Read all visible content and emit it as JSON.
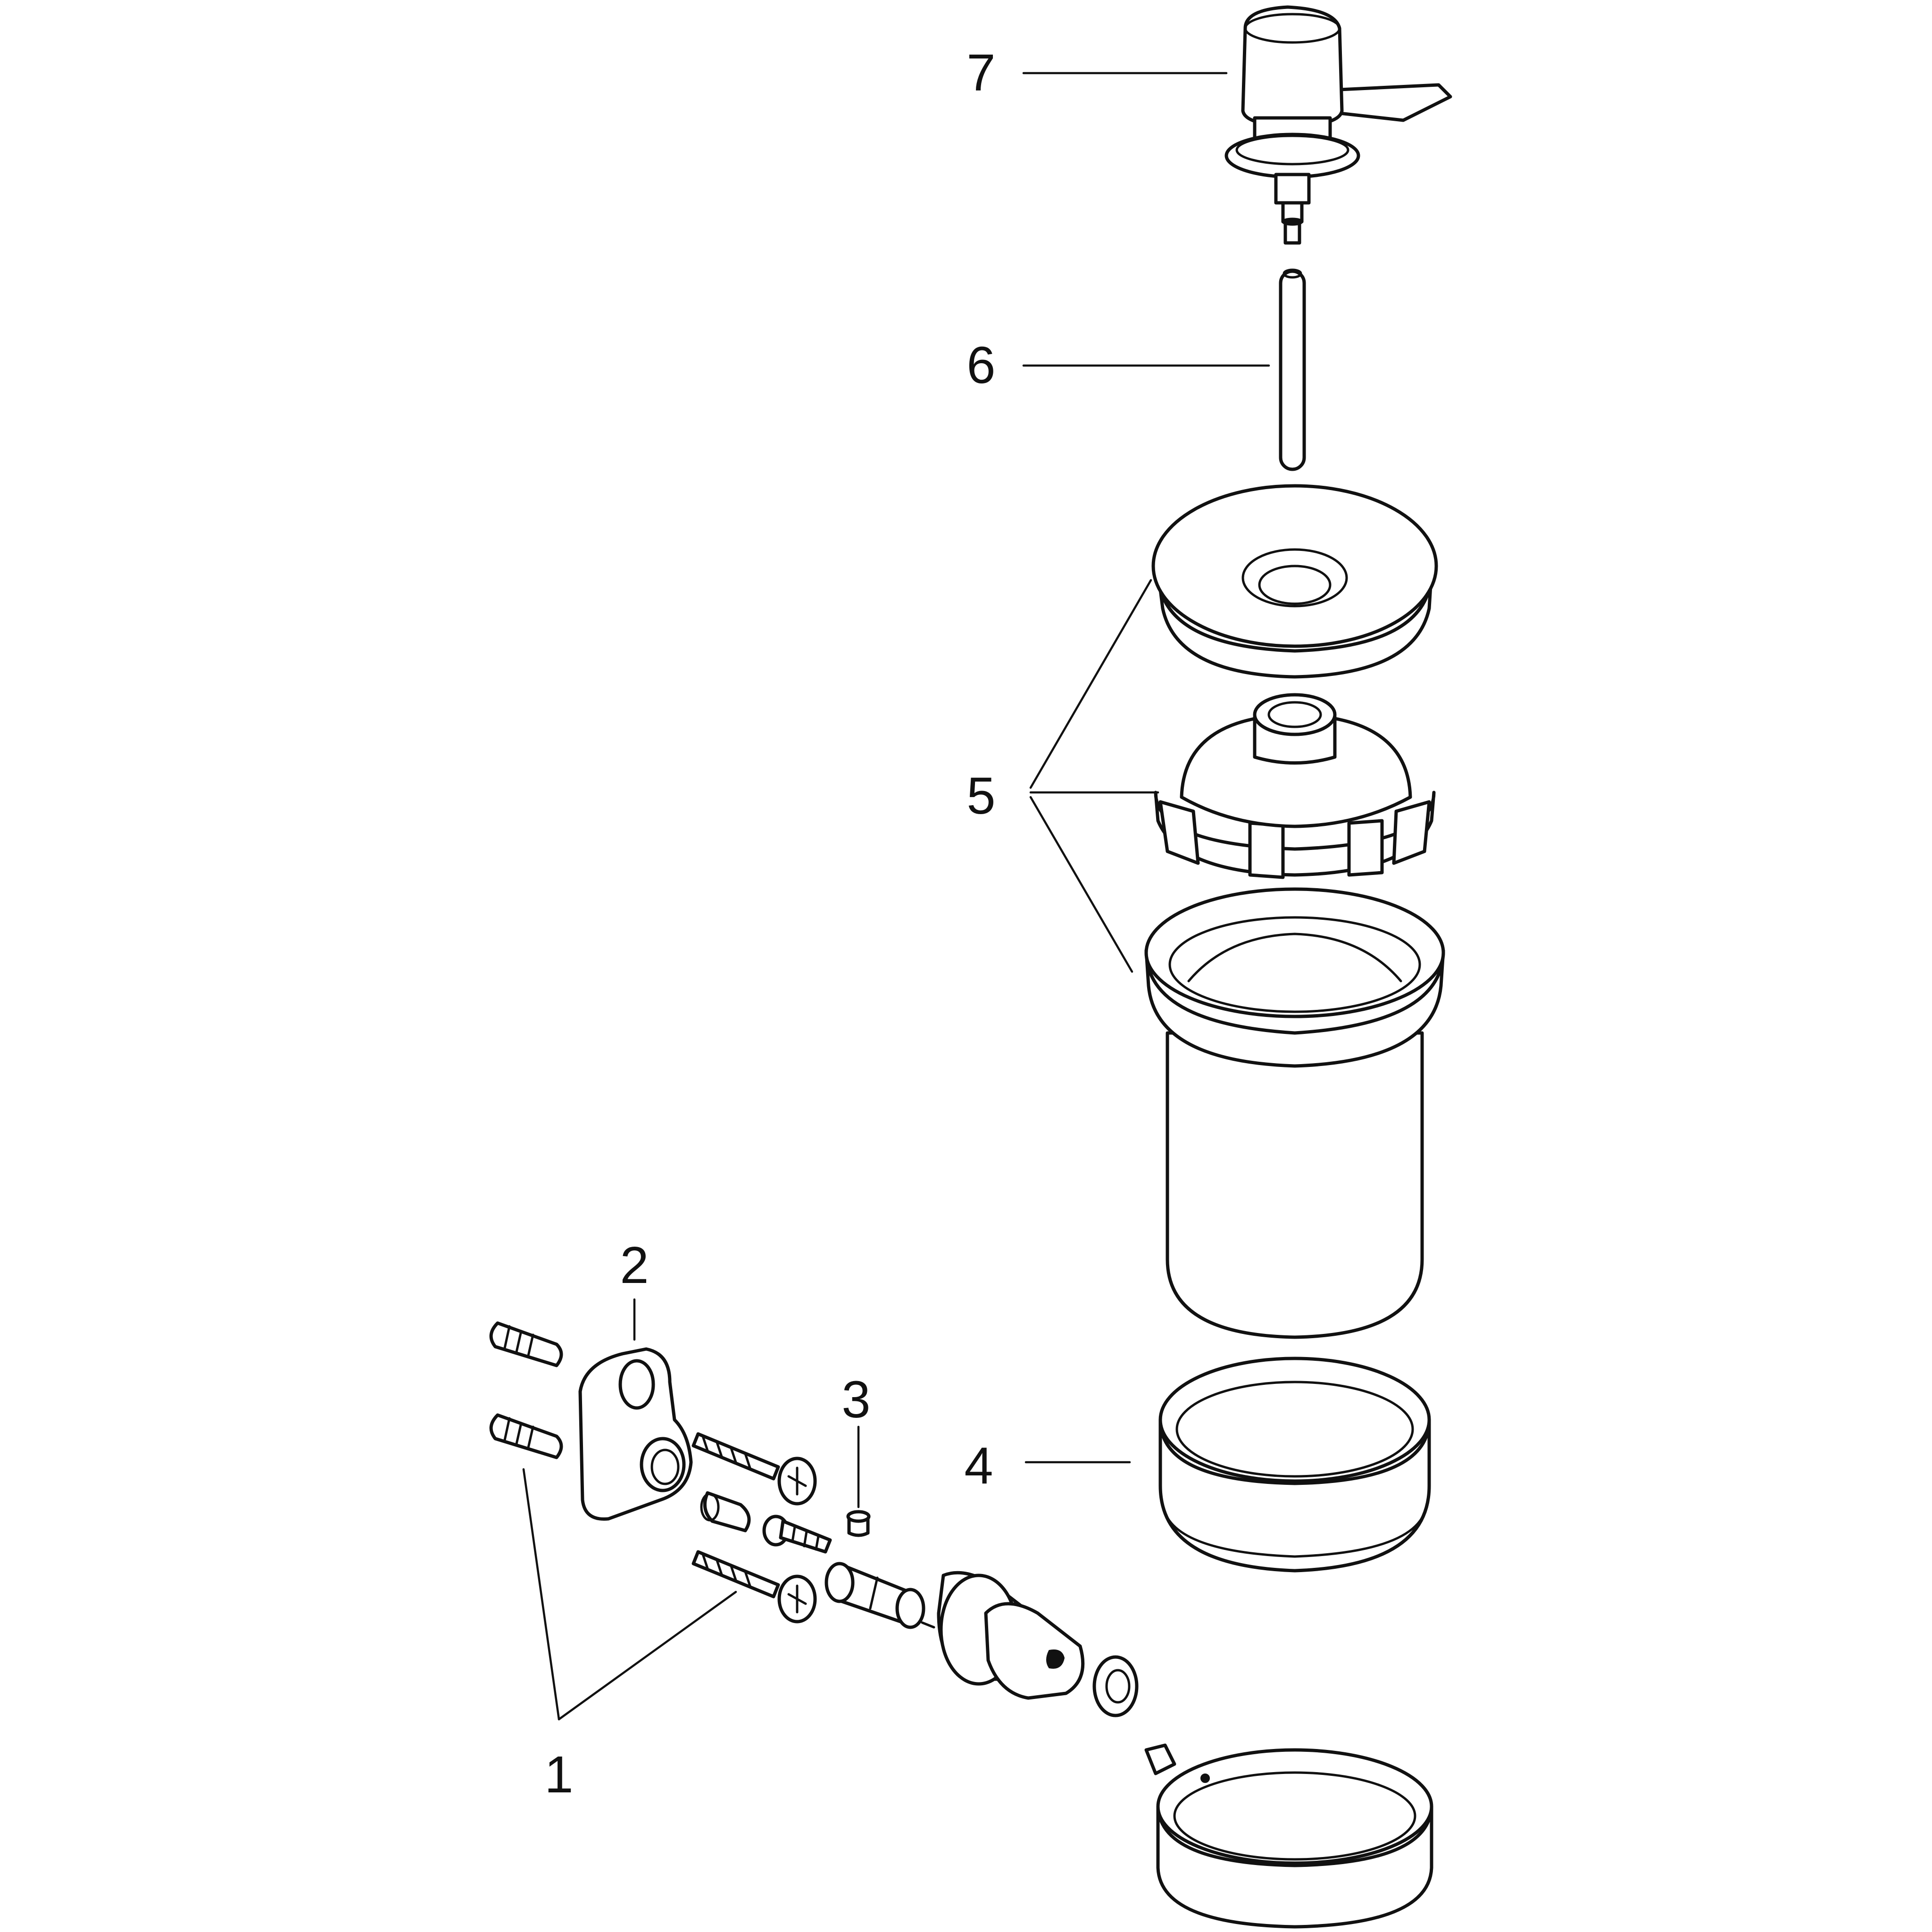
{
  "callouts": [
    {
      "id": "1",
      "label": "1"
    },
    {
      "id": "2",
      "label": "2"
    },
    {
      "id": "3",
      "label": "3"
    },
    {
      "id": "4",
      "label": "4"
    },
    {
      "id": "5",
      "label": "5"
    },
    {
      "id": "6",
      "label": "6"
    },
    {
      "id": "7",
      "label": "7"
    }
  ],
  "parts": [
    {
      "callout": "1",
      "name": "wall-plugs-and-screws"
    },
    {
      "callout": "2",
      "name": "wall-bracket"
    },
    {
      "callout": "3",
      "name": "grub-screw"
    },
    {
      "callout": "4",
      "name": "holder-ring"
    },
    {
      "callout": "5",
      "name": "dispenser-container-set"
    },
    {
      "callout": "6",
      "name": "suction-tube"
    },
    {
      "callout": "7",
      "name": "pump-head"
    }
  ],
  "colors": {
    "line": "#111111",
    "background": "#ffffff"
  }
}
